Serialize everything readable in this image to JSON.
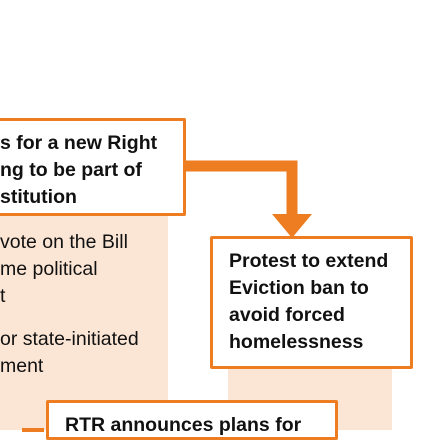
{
  "colors": {
    "accent": "#ee7d22",
    "panel_fill": "#fbe6d6",
    "box_fill": "#ffffff",
    "text": "#111111"
  },
  "diagram": {
    "box_top_left": {
      "lines": [
        "s for a new Right",
        "ng to be part of",
        "stitution"
      ]
    },
    "box_right": {
      "lines": [
        "Protest to extend",
        "Eviction ban to",
        "avoid forced",
        "homelessness"
      ]
    },
    "body_text_1": {
      "lines": [
        "vote on the Bill",
        "me political",
        "t"
      ]
    },
    "body_text_2": {
      "lines": [
        "or state-initiated",
        "ment"
      ]
    },
    "box_bottom": {
      "lines": [
        "RTR announces plans for"
      ]
    }
  }
}
